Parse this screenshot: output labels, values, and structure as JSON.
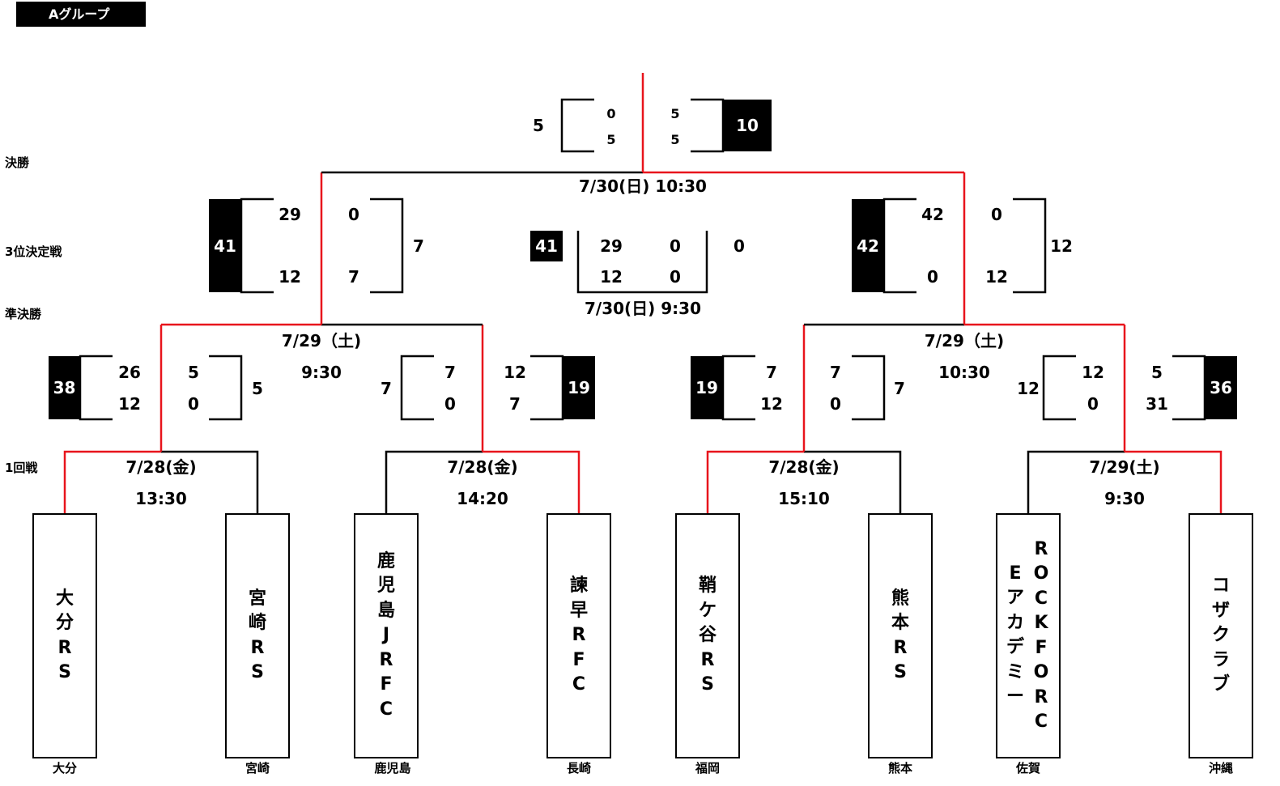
{
  "group_label": "Aグループ",
  "rounds": {
    "final": "決勝",
    "third_place": "3位決定戦",
    "semi": "準決勝",
    "first": "1回戦"
  },
  "teams": [
    {
      "name": "大分RS",
      "pref": "大分"
    },
    {
      "name": "宮崎RS",
      "pref": "宮崎"
    },
    {
      "name": "鹿児島JRFC",
      "pref": "鹿児島"
    },
    {
      "name": "諫早RFC",
      "pref": "長崎"
    },
    {
      "name": "鞘ケ谷RS",
      "pref": "福岡"
    },
    {
      "name": "熊本RS",
      "pref": "熊本"
    },
    {
      "name": "ROCK FORC",
      "name2": "Eアカデミー",
      "pref": "佐賀"
    },
    {
      "name": "コザクラブ",
      "pref": "沖縄"
    }
  ],
  "schedule": {
    "r1_m1": {
      "date": "7/28(金)",
      "time": "13:30"
    },
    "r1_m2": {
      "date": "7/28(金)",
      "time": "14:20"
    },
    "r1_m3": {
      "date": "7/28(金)",
      "time": "15:10"
    },
    "r1_m4": {
      "date": "7/29(土)",
      "time": "9:30"
    },
    "sf_left": {
      "date": "7/29（土)",
      "time": "9:30"
    },
    "sf_right": {
      "date": "7/29（土)",
      "time": "10:30"
    },
    "third": "7/30(日)  9:30",
    "final": "7/30(日)  10:30"
  },
  "scores": {
    "r1_m1": {
      "a_total": "38",
      "a_h1": "26",
      "a_h2": "12",
      "b_h1": "5",
      "b_h2": "0",
      "b_total": "5"
    },
    "r1_m2": {
      "a_total": "7",
      "a_h1": "7",
      "a_h2": "0",
      "b_h1": "12",
      "b_h2": "7",
      "b_total": "19"
    },
    "r1_m3": {
      "a_total": "19",
      "a_h1": "7",
      "a_h2": "12",
      "b_h1": "7",
      "b_h2": "0",
      "b_total": "7"
    },
    "r1_m4": {
      "a_total": "12",
      "a_h1": "12",
      "a_h2": "0",
      "b_h1": "5",
      "b_h2": "31",
      "b_total": "36"
    },
    "sf_left": {
      "a_total": "41",
      "a_h1": "29",
      "a_h2": "12",
      "b_h1": "0",
      "b_h2": "7",
      "b_total": "7"
    },
    "sf_right": {
      "a_total": "42",
      "a_h1": "42",
      "a_h2": "0",
      "b_h1": "0",
      "b_h2": "12",
      "b_total": "12"
    },
    "third": {
      "a_total": "41",
      "a_h1": "29",
      "a_h2": "12",
      "b_h1": "0",
      "b_h2": "0",
      "b_total": "0"
    },
    "final": {
      "a_total": "5",
      "a_h1": "0",
      "a_h2": "5",
      "b_h1": "5",
      "b_h2": "5",
      "b_total": "10"
    }
  },
  "colors": {
    "win_line": "#e8141c",
    "line": "#000000",
    "win_box": "#000000"
  }
}
